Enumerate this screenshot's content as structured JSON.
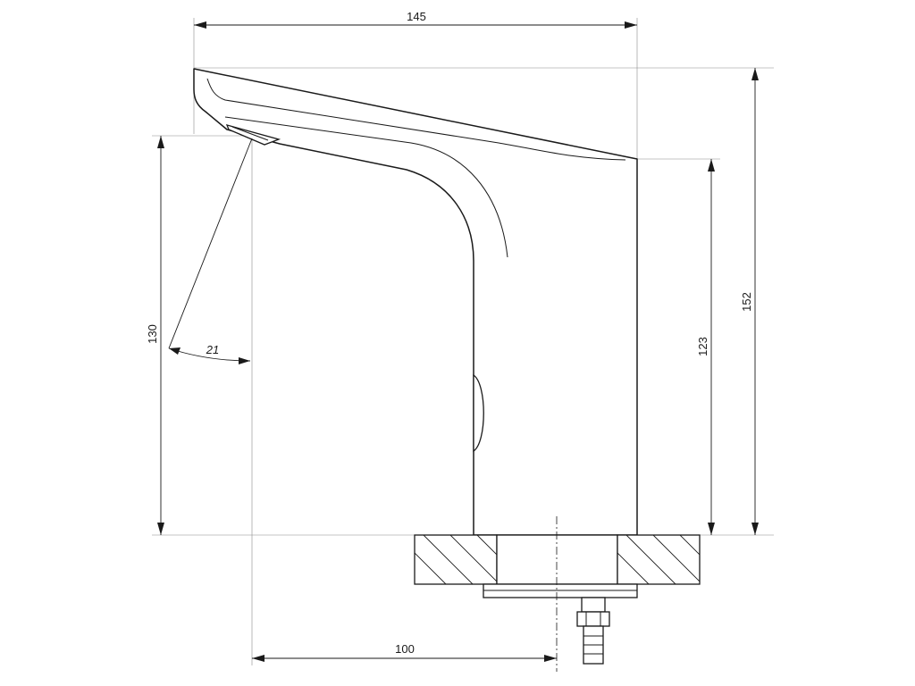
{
  "dimensions": {
    "overall_width": "145",
    "overall_height": "152",
    "body_height": "123",
    "outlet_height": "130",
    "spray_angle": "21",
    "outlet_reach": "100"
  }
}
